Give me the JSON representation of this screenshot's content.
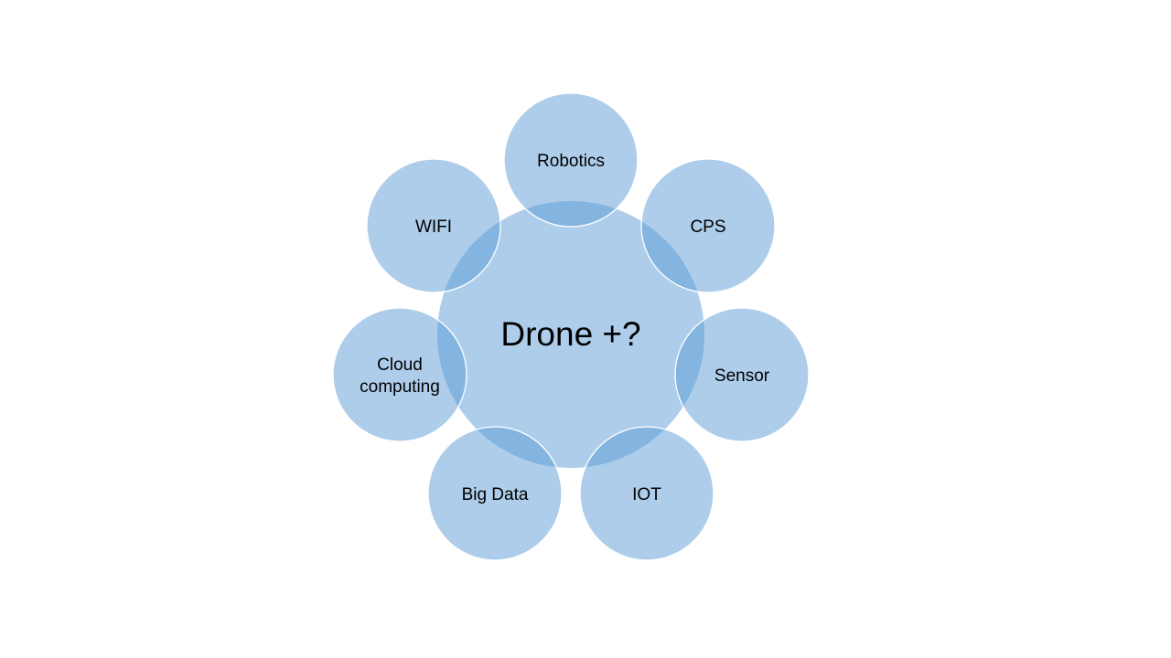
{
  "center": {
    "label": "Drone +?"
  },
  "nodes": [
    {
      "id": "robotics",
      "lines": [
        "Robotics"
      ]
    },
    {
      "id": "cps",
      "lines": [
        "CPS"
      ]
    },
    {
      "id": "sensor",
      "lines": [
        "Sensor"
      ]
    },
    {
      "id": "iot",
      "lines": [
        "IOT"
      ]
    },
    {
      "id": "big-data",
      "lines": [
        "Big Data"
      ]
    },
    {
      "id": "cloud-computing",
      "lines": [
        "Cloud",
        "computing"
      ]
    },
    {
      "id": "wifi",
      "lines": [
        "WIFI"
      ]
    }
  ],
  "colors": {
    "fill": "#5b9bd5",
    "stroke": "#ffffff"
  }
}
